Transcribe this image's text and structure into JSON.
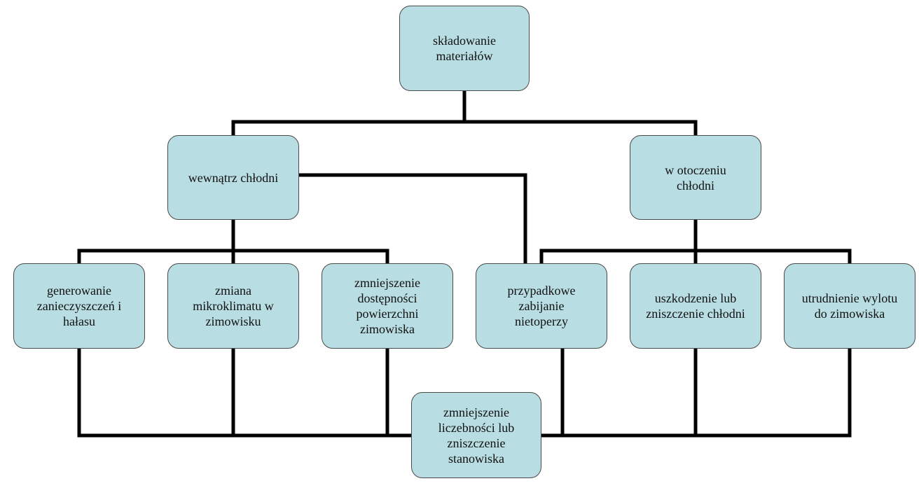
{
  "colors": {
    "node_fill": "#b8dde2",
    "node_border": "#4a4a4a",
    "connector": "#000000"
  },
  "nodes": {
    "root": "składowanie\nmateriałów",
    "inside": "wewnątrz chłodni",
    "around": "w otoczeniu\nchłodni",
    "c1": "generowanie\nzanieczyszczeń i\nhałasu",
    "c2": "zmiana\nmikroklimatu w\nzimowisku",
    "c3": "zmniejszenie\ndostępności\npowierzchni\nzimowiska",
    "c4": "przypadkowe\nzabijanie\nnietoperzy",
    "c5": "uszkodzenie lub\nzniszczenie chłodni",
    "c6": "utrudnienie wylotu\ndo zimowiska",
    "result": "zmniejszenie\nliczebności lub\nzniszczenie\nstanowiska"
  }
}
